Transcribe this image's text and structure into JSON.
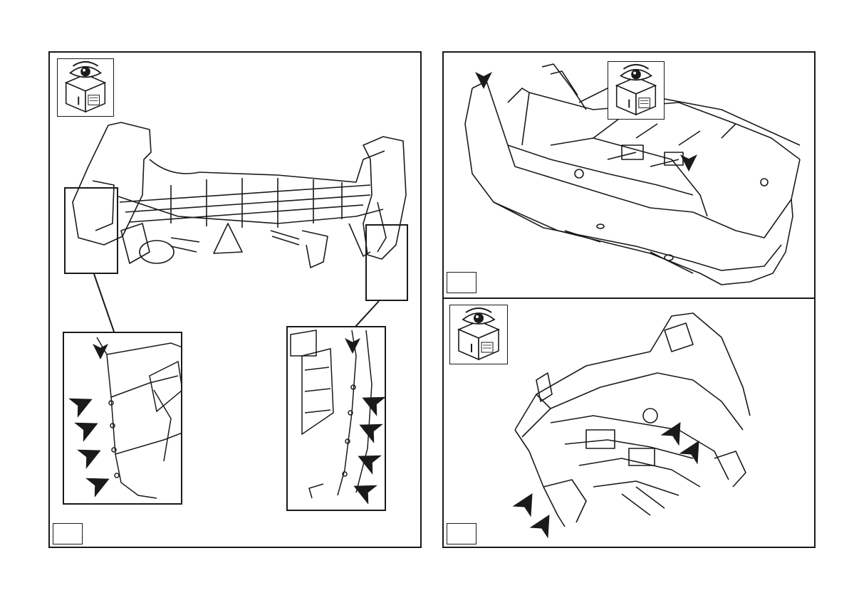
{
  "page": {
    "kind": "service-manual-illustration-sheet"
  },
  "icons": {
    "inspect": "eye-over-box-icon",
    "arrow": "black-chevron-arrow-icon"
  },
  "colors": {
    "line": "#1a1a1a",
    "background": "#ffffff"
  },
  "panels": [
    {
      "id": "left",
      "step_number": "",
      "subject": "rear-bumper-removed-underbody-view",
      "details": [
        {
          "id": "left-corner-detail",
          "arrows": 4
        },
        {
          "id": "right-corner-detail",
          "arrows": 4
        }
      ]
    },
    {
      "id": "top-right",
      "step_number": "",
      "subject": "rear-bumper-fascia-view",
      "arrows": 2
    },
    {
      "id": "bottom-right",
      "step_number": "",
      "subject": "rear-bumper-underside-view",
      "arrows": 4
    }
  ]
}
